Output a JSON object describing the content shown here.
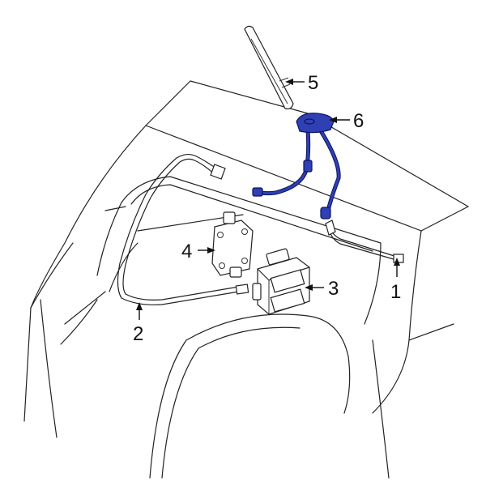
{
  "diagram": {
    "callouts": [
      {
        "id": "1",
        "label": "1"
      },
      {
        "id": "2",
        "label": "2"
      },
      {
        "id": "3",
        "label": "3"
      },
      {
        "id": "4",
        "label": "4"
      },
      {
        "id": "5",
        "label": "5"
      },
      {
        "id": "6",
        "label": "6"
      }
    ]
  },
  "colors": {
    "highlight": "#2f3fb4",
    "line": "#222222",
    "background": "#ffffff"
  }
}
